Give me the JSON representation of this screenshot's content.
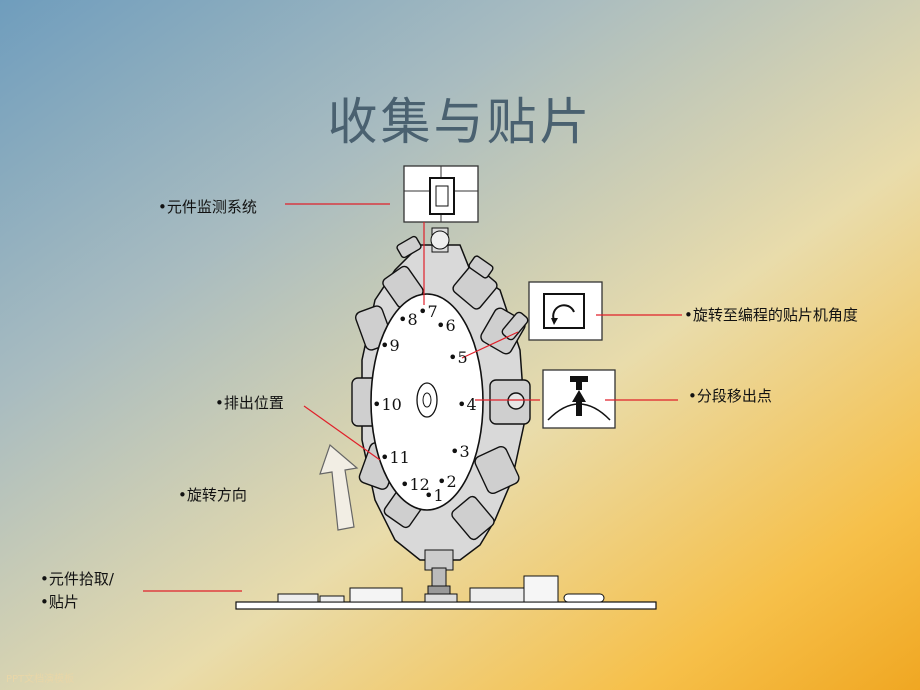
{
  "title": "收集与贴片",
  "labels": {
    "inspection": "•元件监测系统",
    "rotate": "•旋转至编程的贴片机角度",
    "segment": "•分段移出点",
    "eject": "•排出位置",
    "direction": "•旋转方向",
    "pickup_line1": "•元件拾取/",
    "pickup_line2": "•贴片"
  },
  "positions": [
    "1",
    "2",
    "3",
    "4",
    "5",
    "6",
    "7",
    "8",
    "9",
    "10",
    "11",
    "12"
  ],
  "watermark": "PPT文档演模板",
  "colors": {
    "leader_line": "#e0202a",
    "title": "#4a6170"
  }
}
